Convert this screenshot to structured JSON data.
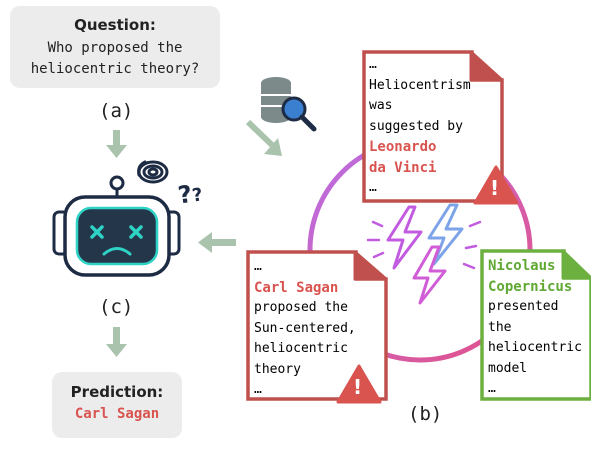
{
  "question": {
    "title": "Question:",
    "lines": [
      "Who proposed the",
      "heliocentric theory?"
    ]
  },
  "labels": {
    "a": "(a)",
    "b": "(b)",
    "c": "(c)"
  },
  "prediction": {
    "title": "Prediction:",
    "value": "Carl Sagan"
  },
  "confusion_marks": "?",
  "documents": [
    {
      "id": "doc-leonardo",
      "border_color": "#c0504d",
      "lines": [
        "…",
        "Heliocentrism",
        "was",
        "suggested by"
      ],
      "highlight_lines": [
        "Leonardo",
        "da Vinci"
      ],
      "tail": "…",
      "warning": "!"
    },
    {
      "id": "doc-sagan",
      "border_color": "#c0504d",
      "head": "…",
      "highlight_lines": [
        "Carl Sagan"
      ],
      "lines": [
        "proposed the",
        "Sun-centered,",
        "heliocentric",
        "theory"
      ],
      "tail": "…",
      "warning": "!"
    },
    {
      "id": "doc-copernicus",
      "border_color": "#6cb040",
      "highlight_lines": [
        "Nicolaus",
        "Copernicus"
      ],
      "lines": [
        "presented",
        "the",
        "heliocentric",
        "model"
      ],
      "tail": "…"
    }
  ],
  "icons": [
    "database-search-icon",
    "confused-robot-icon",
    "dizzy-swirl-icon",
    "lightning-conflict-icon",
    "warning-icon"
  ],
  "colors": {
    "arrow": "#a9c3ad",
    "ring_start": "#c77de0",
    "ring_end": "#e0508a",
    "robot_teal": "#2ed3c6",
    "robot_dark": "#24364a",
    "warning_red": "#d9534f",
    "bolt_purple": "#c25be0",
    "bolt_blue": "#7da3e8"
  }
}
